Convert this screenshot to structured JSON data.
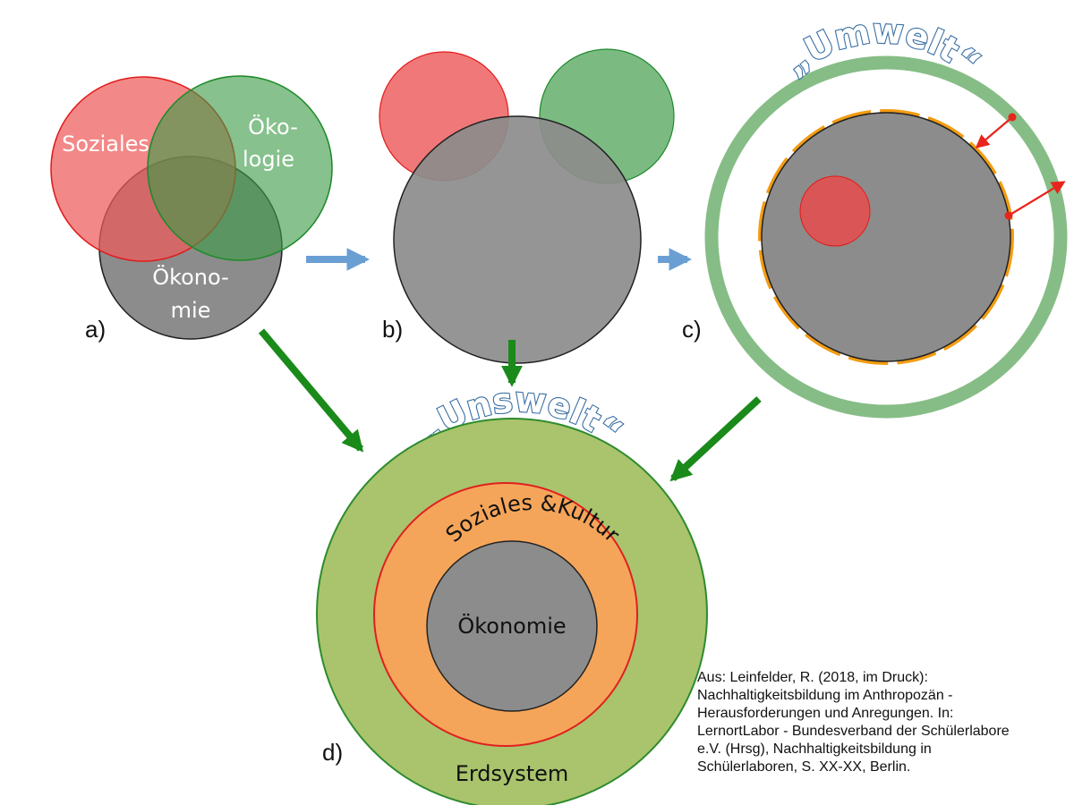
{
  "panels": {
    "a": {
      "label": "a)",
      "soziales": "Soziales",
      "oekologie_line1": "Öko-",
      "oekologie_line2": "logie",
      "oekonomie_line1": "Ökono-",
      "oekonomie_line2": "mie"
    },
    "b": {
      "label": "b)"
    },
    "c": {
      "label": "c)",
      "title": "„Umwelt“"
    },
    "d": {
      "label": "d)",
      "title": "„Unswelt“",
      "ring_middle": "Soziales &Kultur",
      "core": "Ökonomie",
      "ring_outer": "Erdsystem"
    }
  },
  "citation": {
    "lines": [
      "Aus: Leinfelder, R. (2018, im Druck):",
      "Nachhaltigkeitsbildung im Anthropozän -",
      "Herausforderungen und Anregungen. In:",
      "LernortLabor - Bundesverband der Schülerlabore",
      "e.V. (Hrsg), Nachhaltigkeitsbildung in",
      "Schülerlaboren, S. XX-XX, Berlin."
    ]
  },
  "colors": {
    "social_red": "#ee5a5a",
    "ecology_green": "#3d9b47",
    "economy_gray": "#8c8c8c",
    "earth_green": "#a9c46c",
    "culture_orange": "#f5a55a",
    "boundary_orange": "#f39c12",
    "arrow_blue": "#6a9fd4",
    "arrow_green": "#1a8a1a",
    "arrow_red": "#e8251c"
  }
}
